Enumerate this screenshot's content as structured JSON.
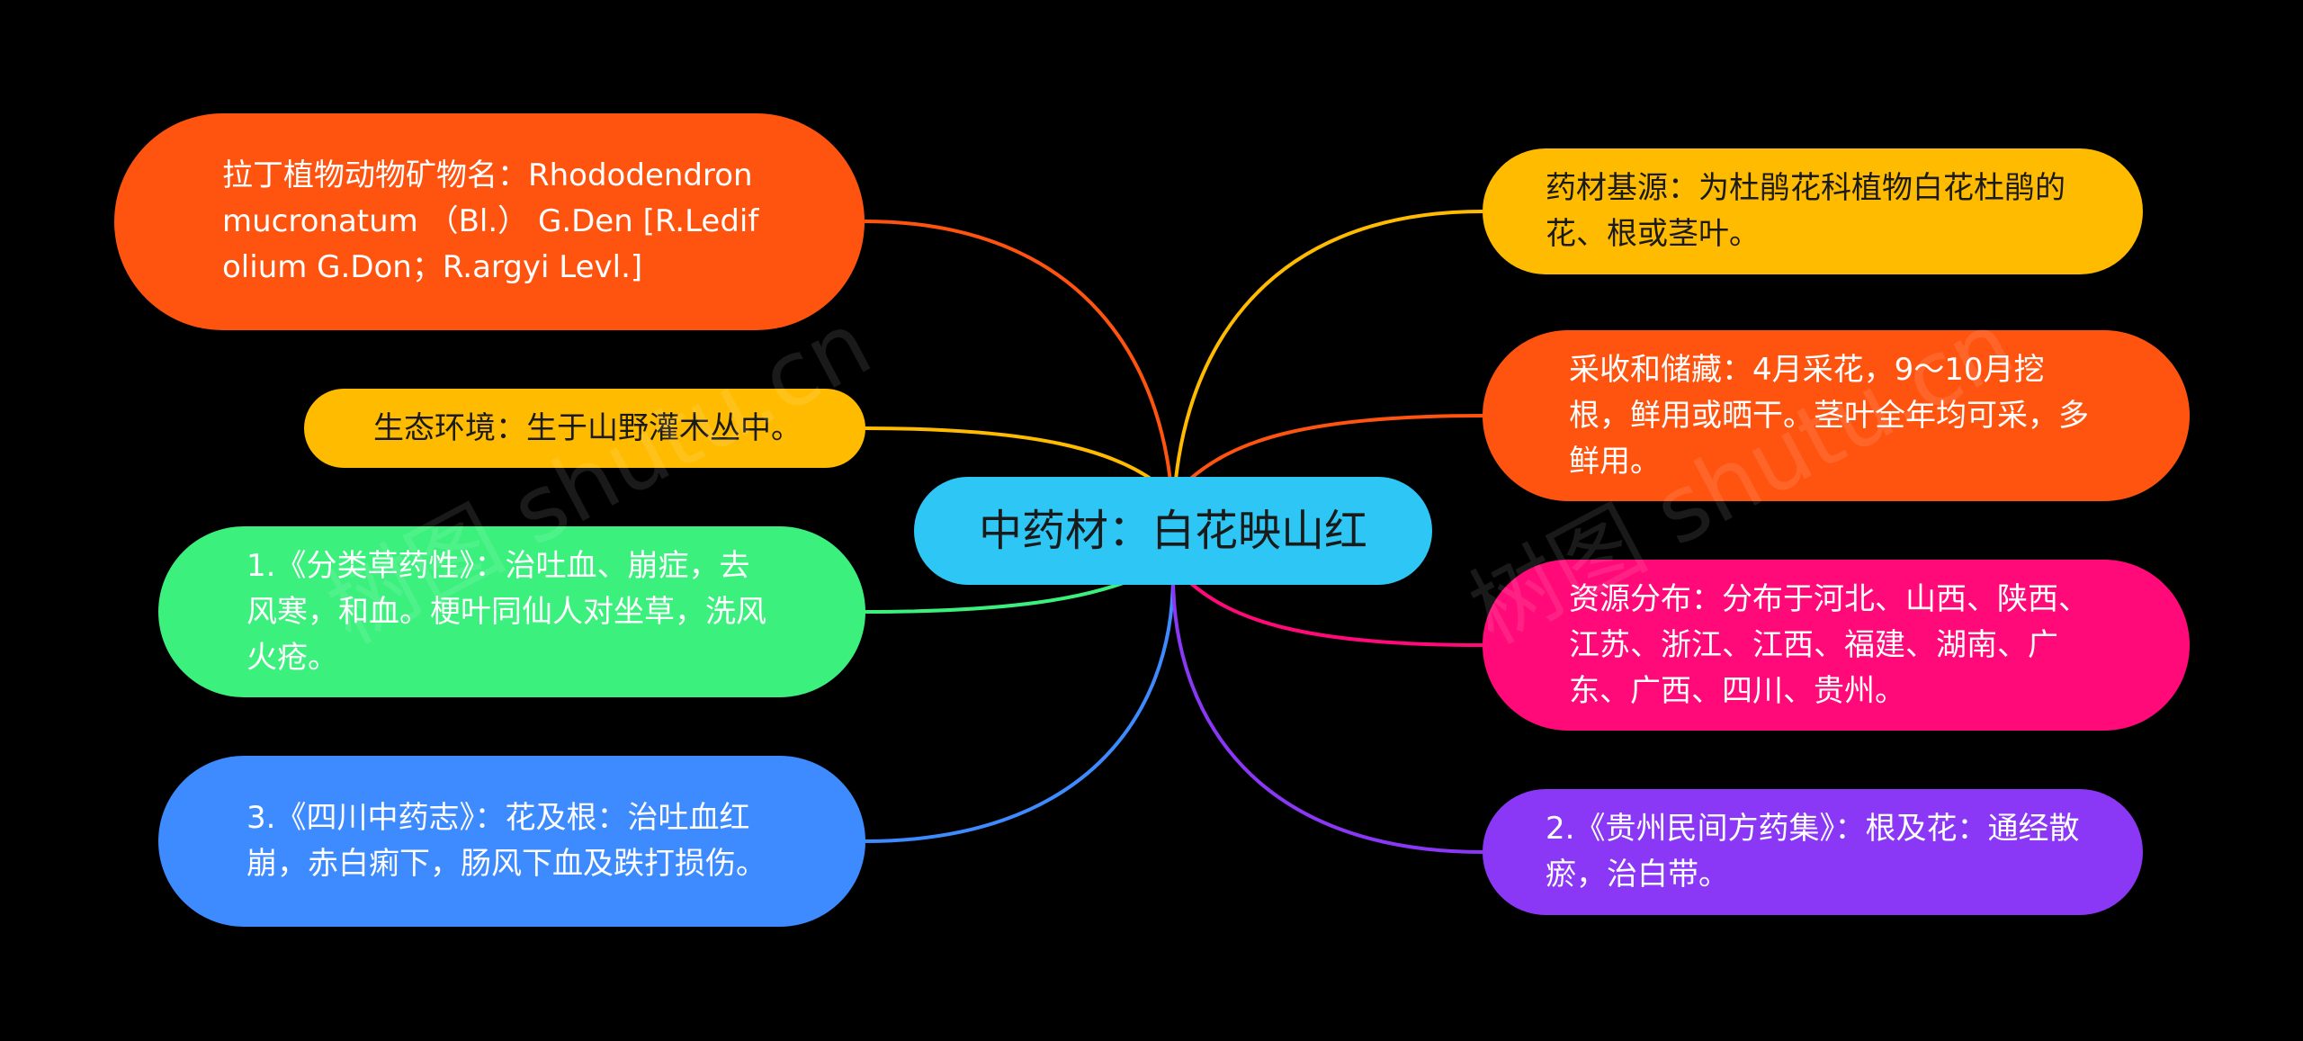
{
  "colors": {
    "background": "#000000",
    "center": "#2EC7F5",
    "latin": "#FF5410",
    "eco": "#FFBB00",
    "classification": "#3CF07E",
    "sichuan": "#3E8BFF",
    "source": "#FFBB00",
    "harvest": "#FF5410",
    "distribution": "#FF0A78",
    "guizhou": "#8A38F5"
  },
  "mindmap": {
    "center": "中药材：白花映山红",
    "left": [
      {
        "id": "latin",
        "text": "拉丁植物动物矿物名：Rhododendron mucronatum （Bl.） G.Den [R.Ledifolium G.Don；R.argyi Levl.]"
      },
      {
        "id": "eco",
        "text": "生态环境：生于山野灌木丛中。"
      },
      {
        "id": "classification",
        "text": "1.《分类草药性》：治吐血、崩症，去风寒，和血。梗叶同仙人对坐草，洗风火疮。"
      },
      {
        "id": "sichuan",
        "text": "3.《四川中药志》：花及根：治吐血红崩，赤白痢下，肠风下血及跌打损伤。"
      }
    ],
    "right": [
      {
        "id": "source",
        "text": "药材基源：为杜鹃花科植物白花杜鹃的花、根或茎叶。"
      },
      {
        "id": "harvest",
        "text": "采收和储藏：4月采花，9～10月挖根，鲜用或晒干。茎叶全年均可采，多鲜用。"
      },
      {
        "id": "distribution",
        "text": "资源分布：分布于河北、山西、陕西、江苏、浙江、江西、福建、湖南、广东、广西、四川、贵州。"
      },
      {
        "id": "guizhou",
        "text": "2.《贵州民间方药集》：根及花：通经散瘀，治白带。"
      }
    ]
  },
  "watermark": "树图 shutu.cn"
}
